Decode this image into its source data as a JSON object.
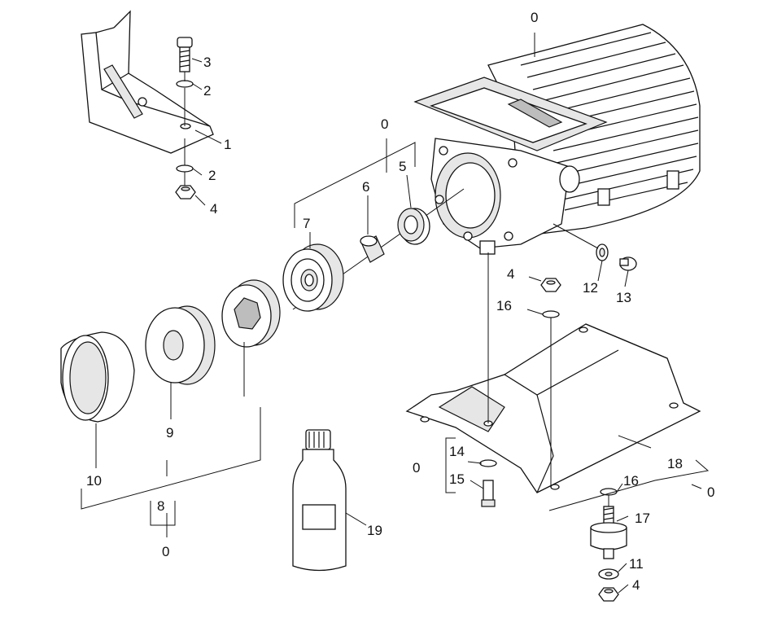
{
  "diagram": {
    "callouts": {
      "c0_motor": "0",
      "c3": "3",
      "c2_top": "2",
      "c1": "1",
      "c2_mid": "2",
      "c4_left": "4",
      "c0_bracket": "0",
      "c5": "5",
      "c6": "6",
      "c7": "7",
      "c4_right": "4",
      "c16_top": "16",
      "c12": "12",
      "c13": "13",
      "c9": "9",
      "c10": "10",
      "c8": "8",
      "c0_bottom": "0",
      "c14": "14",
      "c0_left": "0",
      "c15": "15",
      "c18": "18",
      "c16_bottom": "16",
      "c0_right": "0",
      "c17": "17",
      "c11": "11",
      "c4_bottom": "4",
      "c19": "19"
    }
  }
}
